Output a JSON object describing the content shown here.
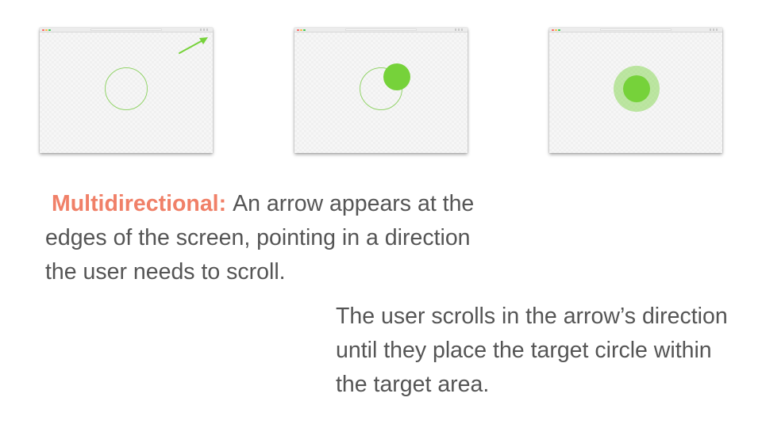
{
  "steps": [
    {
      "window_state": "target-ring-with-arrow",
      "arrow_direction": "up-right",
      "controls": {
        "close": "red",
        "minimize": "yellow",
        "zoom": "green"
      }
    },
    {
      "window_state": "dot-approaching-target",
      "controls": {
        "close": "red",
        "minimize": "yellow",
        "zoom": "green"
      }
    },
    {
      "window_state": "dot-inside-target",
      "controls": {
        "close": "red",
        "minimize": "yellow",
        "zoom": "green"
      }
    }
  ],
  "captions": {
    "primary_label": "Multidirectional:",
    "primary_text": "An arrow appears at the edges of the screen, pointing in a direction the user needs to scroll.",
    "secondary_text": "The user scrolls in the arrow’s direction until they place the target circle within the target area."
  },
  "colors": {
    "accent_green": "#76d23a",
    "ring_green": "#93d46a",
    "label_salmon": "#f08068",
    "body_text": "#555555",
    "window_background": "#f6f6f6"
  },
  "icons": [
    "arrow-up-right-icon"
  ]
}
